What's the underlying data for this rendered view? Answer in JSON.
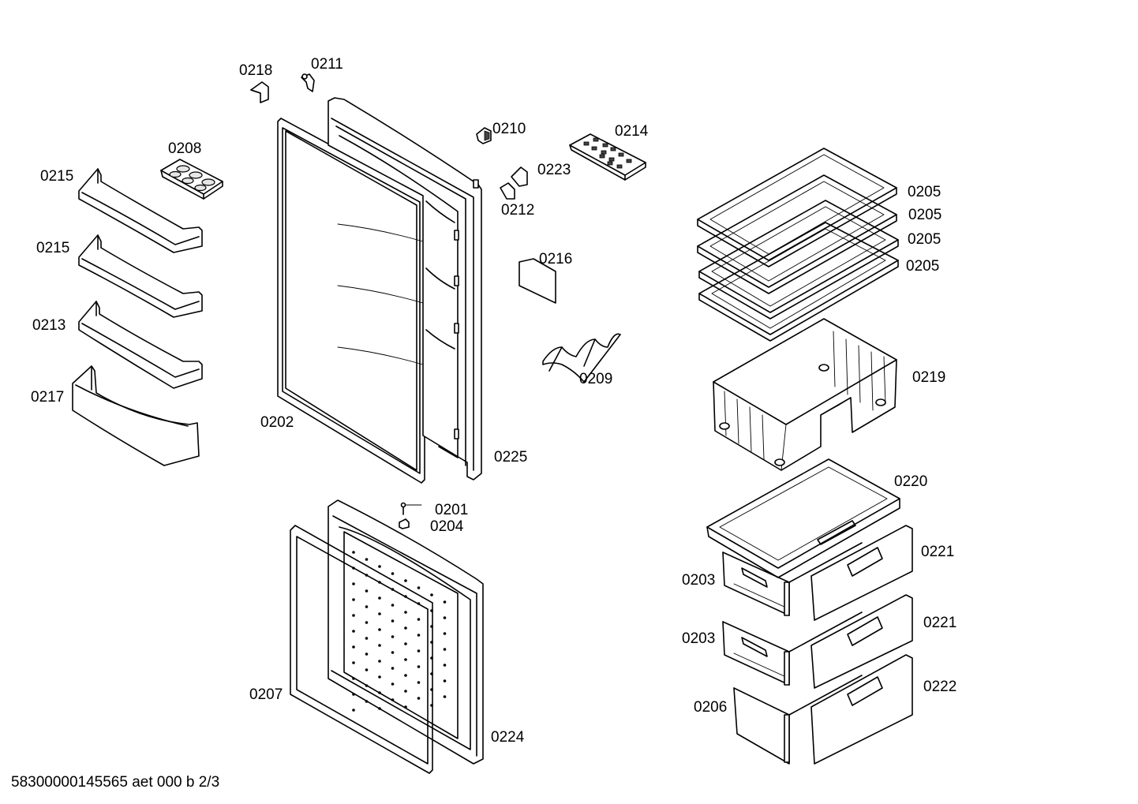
{
  "labels": {
    "p0218": "0218",
    "p0211": "0211",
    "p0208": "0208",
    "p0215a": "0215",
    "p0215b": "0215",
    "p0213": "0213",
    "p0217": "0217",
    "p0202": "0202",
    "p0225": "0225",
    "p0210": "0210",
    "p0214": "0214",
    "p0223": "0223",
    "p0212": "0212",
    "p0216": "0216",
    "p0209": "0209",
    "p0205a": "0205",
    "p0205b": "0205",
    "p0205c": "0205",
    "p0205d": "0205",
    "p0219": "0219",
    "p0220": "0220",
    "p0221a": "0221",
    "p0221b": "0221",
    "p0222": "0222",
    "p0203a": "0203",
    "p0203b": "0203",
    "p0206": "0206",
    "p0201": "0201",
    "p0204": "0204",
    "p0207": "0207",
    "p0224": "0224"
  },
  "footer": "58300000145565 aet 000 b 2/3"
}
